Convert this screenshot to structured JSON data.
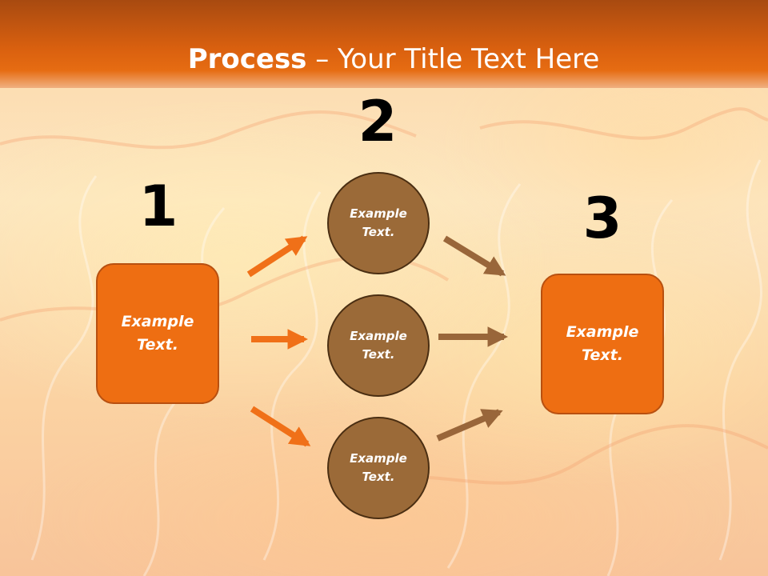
{
  "slide": {
    "title_bold": "Process",
    "title_rest": " – Your Title Text Here"
  },
  "steps": {
    "one": "1",
    "two": "2",
    "three": "3"
  },
  "nodes": {
    "left_box": "Example\nText.",
    "circle_top": "Example\nText.",
    "circle_middle": "Example\nText.",
    "circle_bottom": "Example\nText.",
    "right_box": "Example\nText."
  },
  "colors": {
    "header": "#e66c12",
    "box_fill": "#ee6e12",
    "circle_fill": "#9b6a38",
    "orange_arrow": "#f07018",
    "brown_arrow": "#99663a"
  }
}
